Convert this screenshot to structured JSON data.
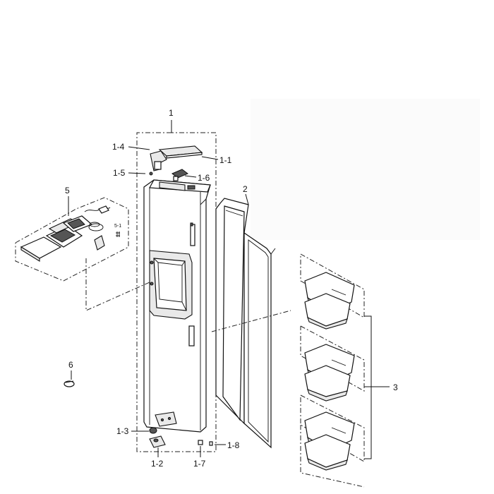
{
  "labels": {
    "l1": "1",
    "l1_1": "1-1",
    "l1_2": "1-2",
    "l1_3": "1-3",
    "l1_4": "1-4",
    "l1_5": "1-5",
    "l1_6": "1-6",
    "l1_7": "1-7",
    "l1_8": "1-8",
    "l2": "2",
    "l3": "3",
    "l5": "5",
    "l5_1": "5-1",
    "l6": "6"
  }
}
